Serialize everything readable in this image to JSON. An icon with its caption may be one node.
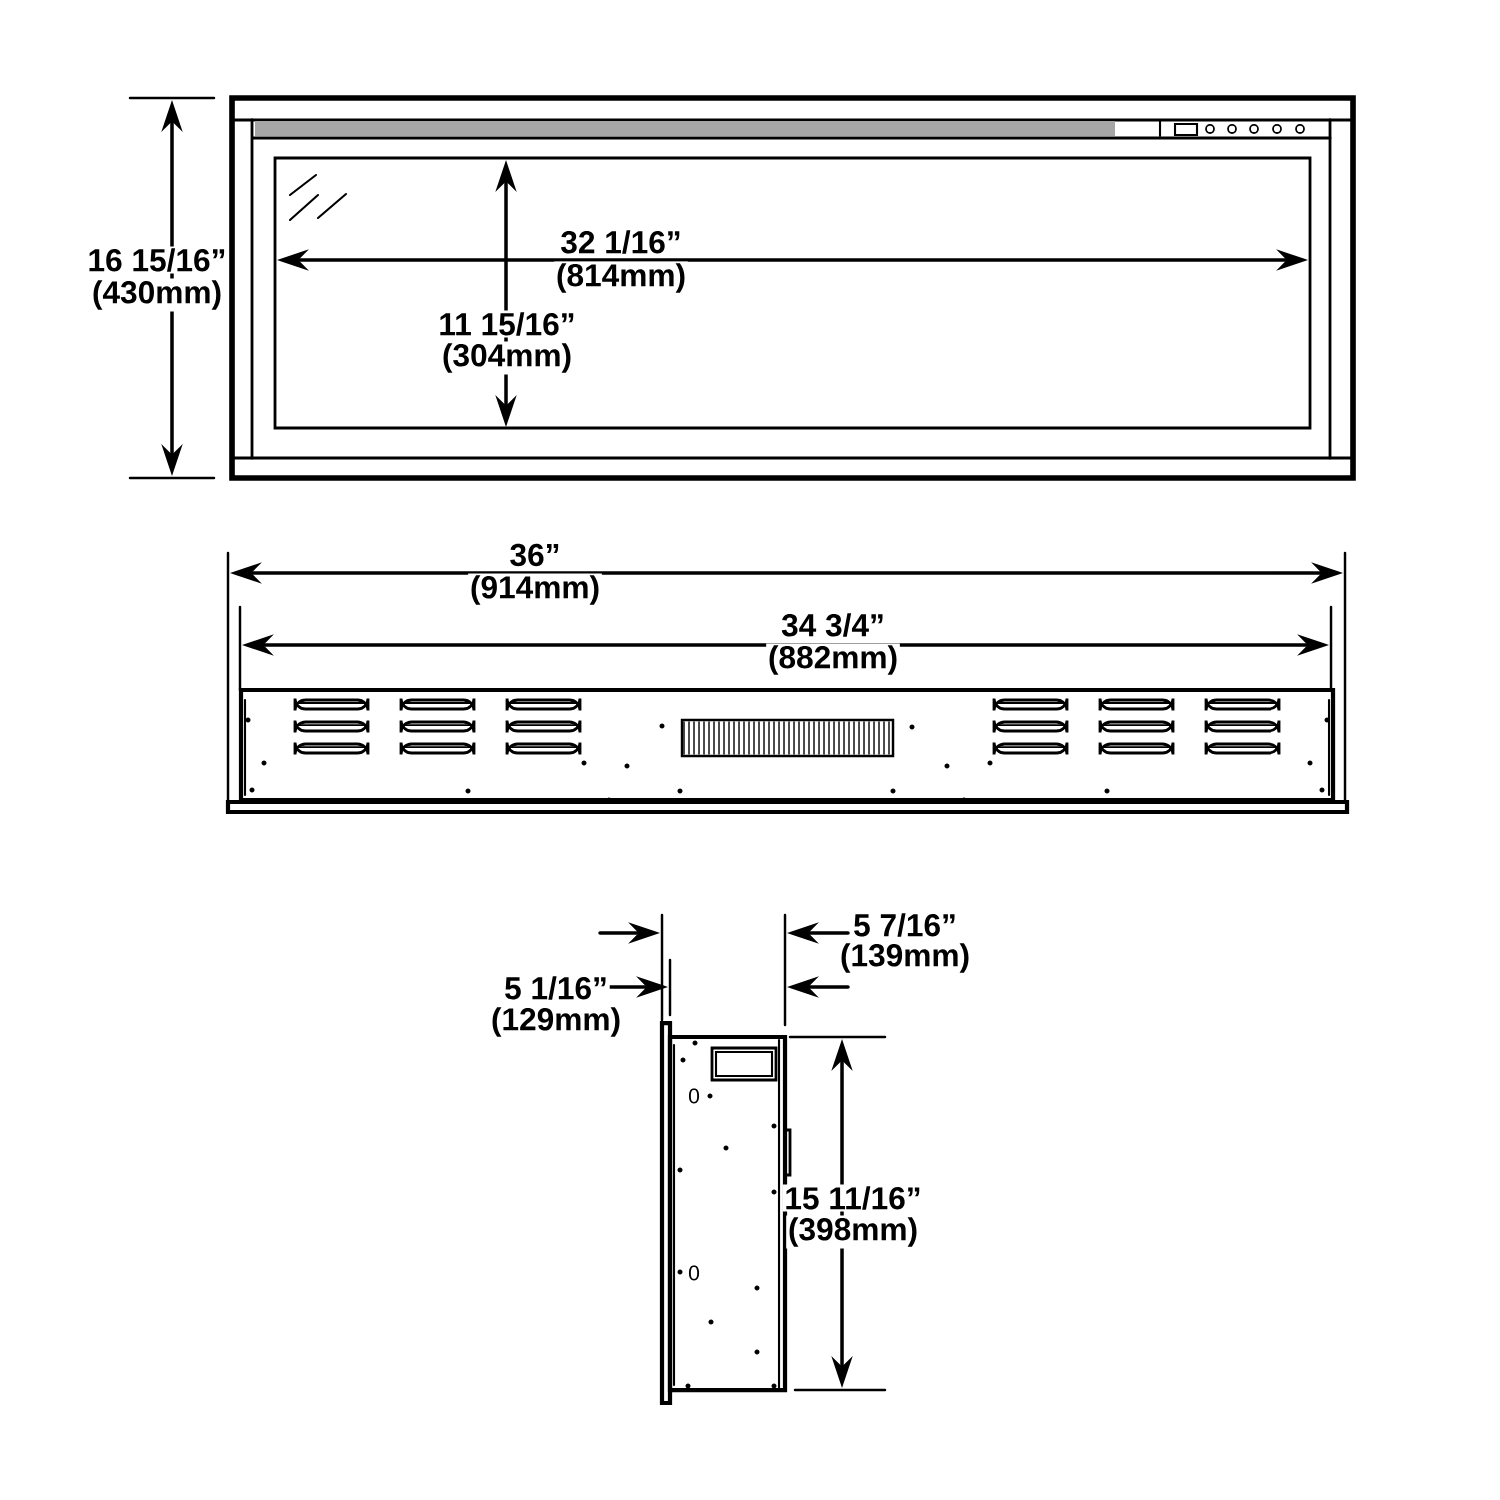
{
  "diagram": {
    "labels": [
      "16 15/16”",
      "(430mm)",
      "32 1/16”",
      "(814mm)",
      "11 15/16”",
      "(304mm)",
      "36”",
      "(914mm)",
      "34 3/4”",
      "(882mm)",
      "5 7/16”",
      "(139mm)",
      "5 1/16”",
      "(129mm)",
      "15 11/16”",
      "(398mm)",
      "0",
      "0"
    ]
  }
}
